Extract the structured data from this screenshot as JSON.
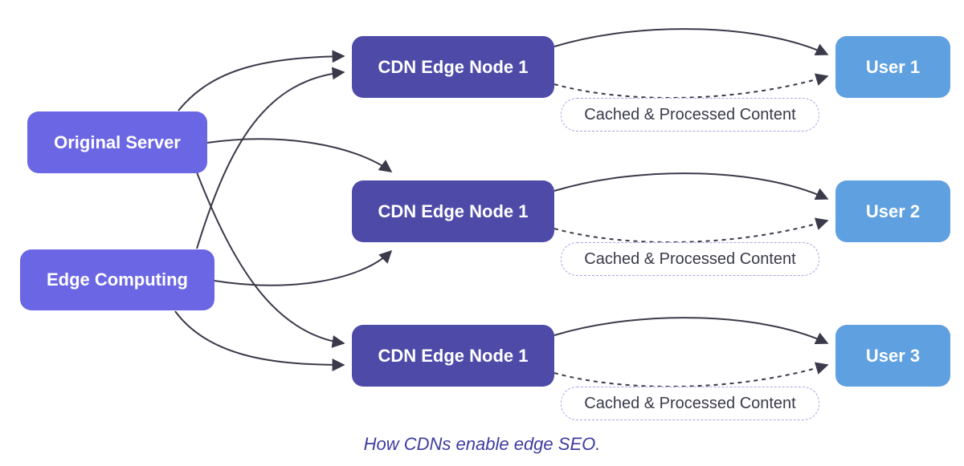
{
  "sources": {
    "original_server": "Original Server",
    "edge_computing": "Edge Computing"
  },
  "cdn_nodes": [
    "CDN Edge Node 1",
    "CDN Edge Node 1",
    "CDN Edge Node 1"
  ],
  "users": [
    "User 1",
    "User 2",
    "User 3"
  ],
  "content_label": "Cached & Processed Content",
  "caption": "How CDNs enable edge SEO.",
  "colors": {
    "source": "#6b66e3",
    "cdn_node": "#4e4aa8",
    "user": "#5fa0e0",
    "arrow": "#3a3a4a"
  }
}
